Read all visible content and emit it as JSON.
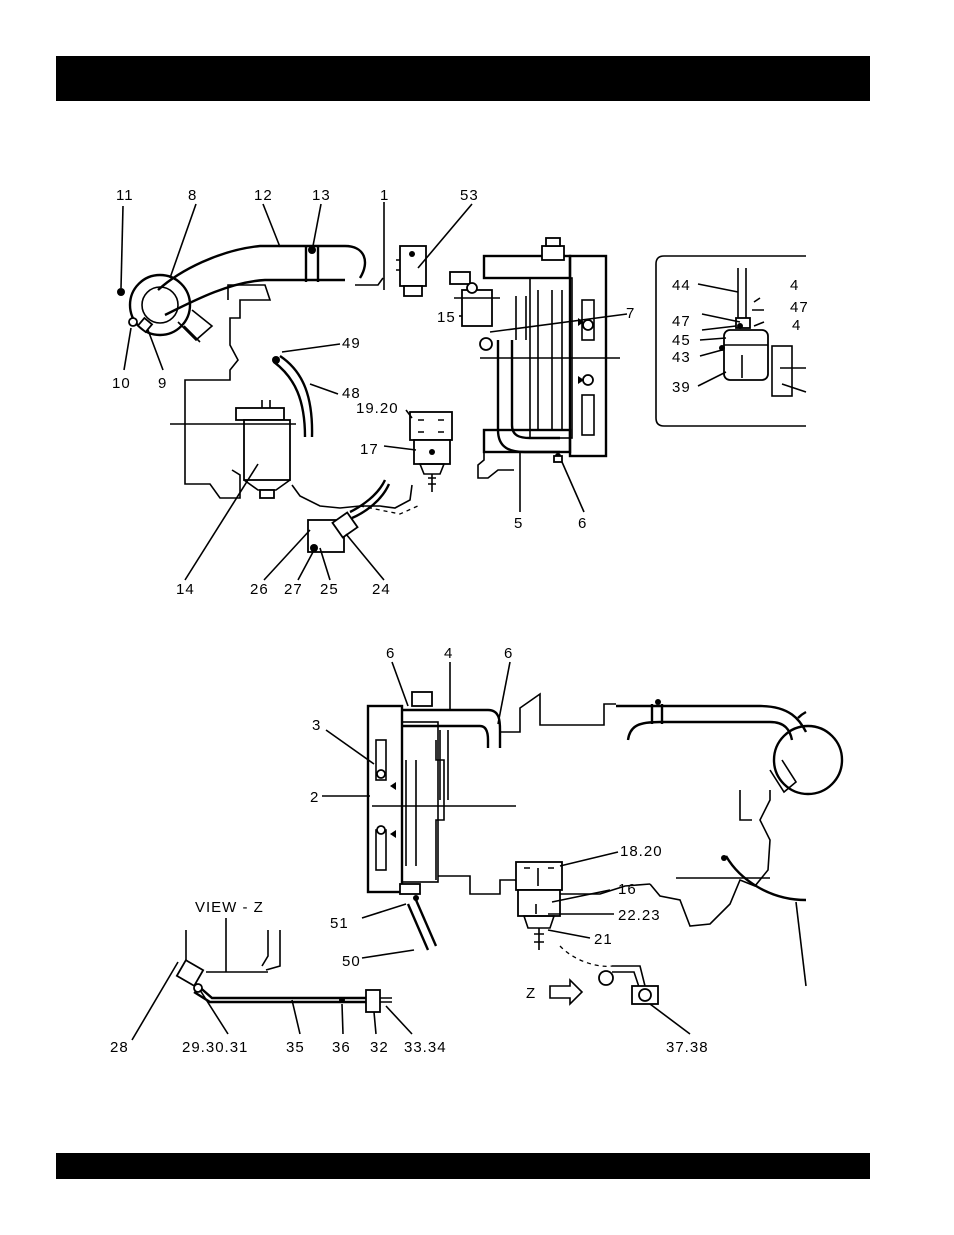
{
  "labels": {
    "top": [
      "11",
      "8",
      "12",
      "13",
      "1",
      "53",
      "15",
      "7",
      "10",
      "9",
      "49",
      "48",
      "19.20",
      "17",
      "14",
      "26",
      "27",
      "25",
      "24",
      "5",
      "6"
    ],
    "inset": [
      "44",
      "4",
      "47",
      "47",
      "4",
      "45",
      "43",
      "39"
    ],
    "bottom": [
      "6",
      "4",
      "6",
      "3",
      "2",
      "18.20",
      "16",
      "22.23",
      "21",
      "51",
      "50",
      "VIEW - Z",
      "28",
      "29.30.31",
      "35",
      "36",
      "32",
      "33.34",
      "Z",
      "37.38"
    ]
  }
}
